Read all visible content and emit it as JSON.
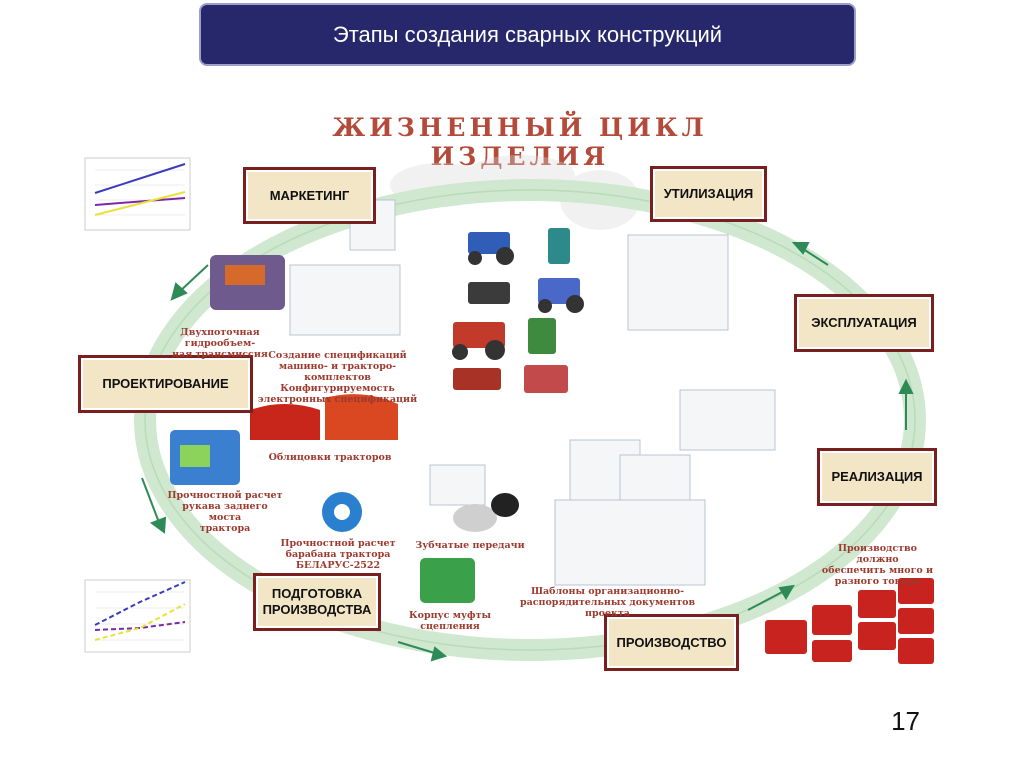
{
  "title": "Этапы создания сварных конструкций",
  "diagram_title": "ЖИЗНЕННЫЙ ЦИКЛ ИЗДЕЛИЯ",
  "stages": {
    "marketing": "МАРКЕТИНГ",
    "design": "ПРОЕКТИРОВАНИЕ",
    "preparation_line1": "ПОДГОТОВКА",
    "preparation_line2": "ПРОИЗВОДСТВА",
    "production": "ПРОИЗВОДСТВО",
    "sales": "РЕАЛИЗАЦИЯ",
    "operation": "ЭКСПЛУАТАЦИЯ",
    "disposal": "УТИЛИЗАЦИЯ"
  },
  "captions": {
    "transmission_1": "Двухпоточная гидрообъем-",
    "transmission_2": "ная трансмиссия",
    "spec_1": "Создание спецификаций",
    "spec_2": "машино- и тракторо-комплектов",
    "spec_3": "Конфигурируемость",
    "spec_4": "электронных спецификаций",
    "cladding": "Облицовки тракторов",
    "sleeve_1": "Прочностной расчет",
    "sleeve_2": "рукава заднего моста",
    "sleeve_3": "трактора",
    "drum_1": "Прочностной расчет",
    "drum_2": "барабана трактора",
    "drum_3": "БЕЛАРУС-2522",
    "gears": "Зубчатые передачи",
    "clutch_1": "Корпус муфты",
    "clutch_2": "сцепления",
    "templates_1": "Шаблоны организационно-",
    "templates_2": "распорядительных документов проекта",
    "production_note_1": "Производство должно",
    "production_note_2": "обеспечить много и",
    "production_note_3": "разного товара"
  },
  "slide_number": "17",
  "colors": {
    "title_bg": "#26286b",
    "stage_frame": "#7a1f1f",
    "stage_fill": "#f3e6c6",
    "cycle_ring": "#cfe8cf",
    "caption": "#9c3a2e"
  }
}
